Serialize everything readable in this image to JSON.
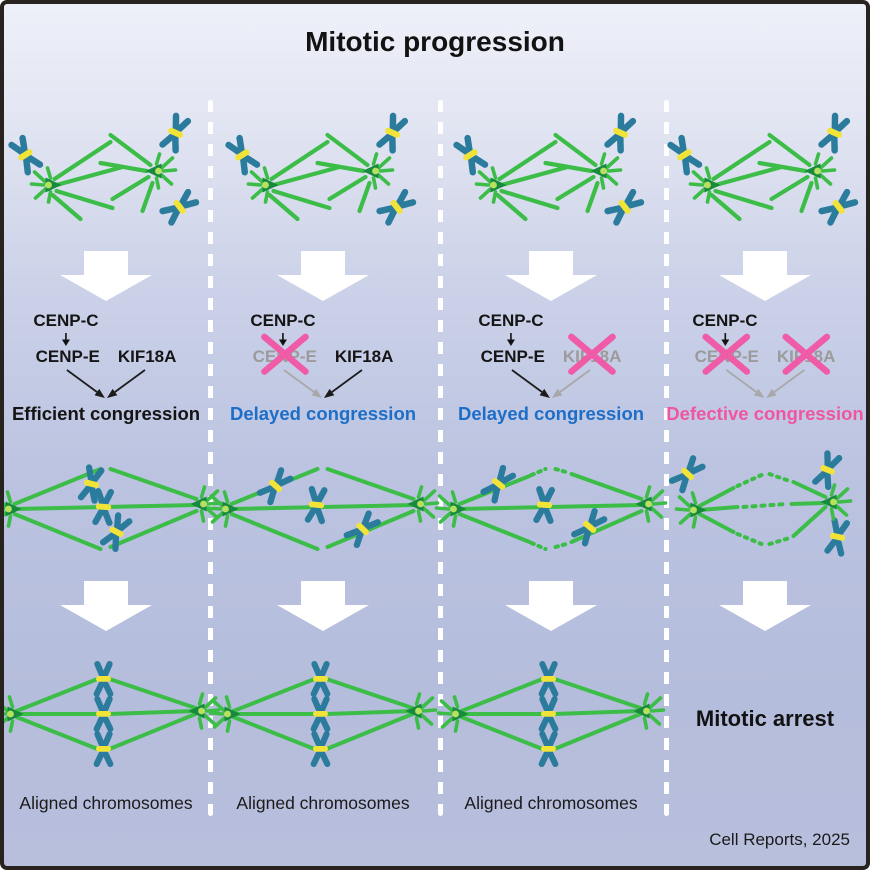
{
  "title": "Mitotic progression",
  "credit": "Cell Reports, 2025",
  "colors": {
    "microtubule_green": "#3cbd47",
    "chromosome_teal": "#2b7b9d",
    "centromere_yellow": "#f2e339",
    "pole_green": "#178a3d",
    "knockout_cross_pink": "#ef5ba6",
    "delayed_blue": "#1e6ec8",
    "defective_pink": "#f0569f",
    "knockout_gray": "#9b9b9b",
    "block_arrow_white": "#ffffff",
    "background_top": "#eef0f9",
    "background_bottom": "#b8bfdd"
  },
  "columns": [
    {
      "pathway": {
        "upstream": "CENP-C",
        "effectors": [
          {
            "name": "CENP-E",
            "knocked_out": false
          },
          {
            "name": "KIF18A",
            "knocked_out": false
          }
        ],
        "outcome": "Efficient congression",
        "outcome_color": "black"
      },
      "caption": "Aligned chromosomes"
    },
    {
      "pathway": {
        "upstream": "CENP-C",
        "effectors": [
          {
            "name": "CENP-E",
            "knocked_out": true
          },
          {
            "name": "KIF18A",
            "knocked_out": false
          }
        ],
        "outcome": "Delayed congression",
        "outcome_color": "blue"
      },
      "caption": "Aligned chromosomes"
    },
    {
      "pathway": {
        "upstream": "CENP-C",
        "effectors": [
          {
            "name": "CENP-E",
            "knocked_out": false
          },
          {
            "name": "KIF18A",
            "knocked_out": true
          }
        ],
        "outcome": "Delayed congression",
        "outcome_color": "blue"
      },
      "caption": "Aligned chromosomes"
    },
    {
      "pathway": {
        "upstream": "CENP-C",
        "effectors": [
          {
            "name": "CENP-E",
            "knocked_out": true
          },
          {
            "name": "KIF18A",
            "knocked_out": true
          }
        ],
        "outcome": "Defective congression",
        "outcome_color": "pink"
      },
      "arrest_label": "Mitotic arrest"
    }
  ]
}
